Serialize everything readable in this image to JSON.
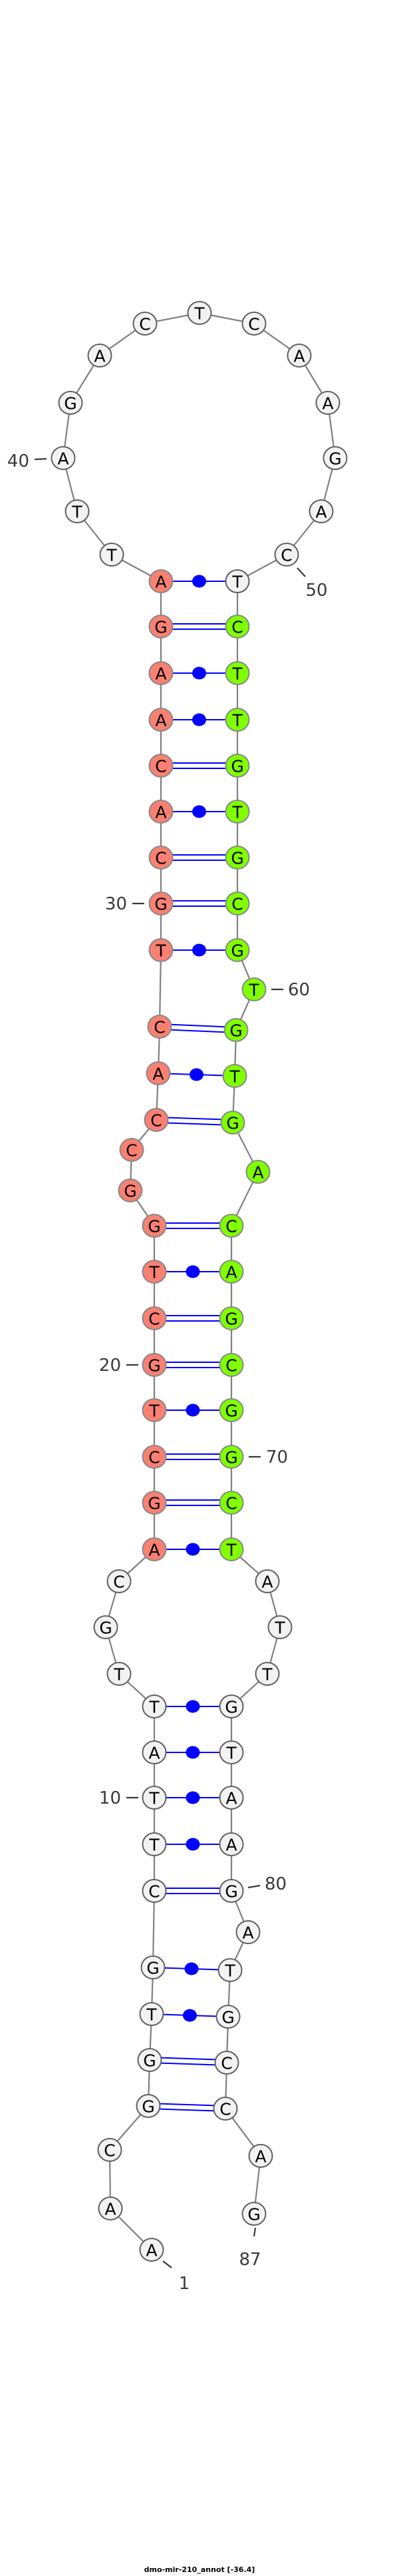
{
  "title": "dmo-mir-210_annot [-36.4]",
  "sequence": "AACGGTGCTTATTGCAGCTGCTGGCCACTGCACAAGATTAGACTCAAGACTCTTGTGCGTGTGACAGCGGCTATTGTAAGATGCCAG",
  "pairs": [
    [
      4,
      85
    ],
    [
      5,
      84
    ],
    [
      6,
      83
    ],
    [
      7,
      82
    ],
    [
      8,
      80
    ],
    [
      9,
      79
    ],
    [
      10,
      78
    ],
    [
      11,
      77
    ],
    [
      12,
      76
    ],
    [
      16,
      72
    ],
    [
      17,
      71
    ],
    [
      18,
      70
    ],
    [
      19,
      69
    ],
    [
      20,
      68
    ],
    [
      21,
      67
    ],
    [
      22,
      66
    ],
    [
      23,
      65
    ],
    [
      26,
      63
    ],
    [
      27,
      62
    ],
    [
      28,
      61
    ],
    [
      29,
      59
    ],
    [
      30,
      58
    ],
    [
      31,
      57
    ],
    [
      32,
      56
    ],
    [
      33,
      55
    ],
    [
      34,
      54
    ],
    [
      35,
      53
    ],
    [
      36,
      52
    ],
    [
      37,
      51
    ]
  ],
  "highlighted_regions": [
    {
      "start": 16,
      "end": 37,
      "color": "#fa8072"
    },
    {
      "start": 52,
      "end": 72,
      "color": "#7fff00"
    }
  ],
  "position_labels": [
    1,
    10,
    20,
    30,
    40,
    50,
    60,
    70,
    80,
    87
  ],
  "colors": {
    "default_fill": "#f2f2f2",
    "default_stroke": "#606060",
    "highlight_stroke": "#888888",
    "backbone": "#808080",
    "pair": "#0000ff",
    "label": "#3a3a3a"
  }
}
